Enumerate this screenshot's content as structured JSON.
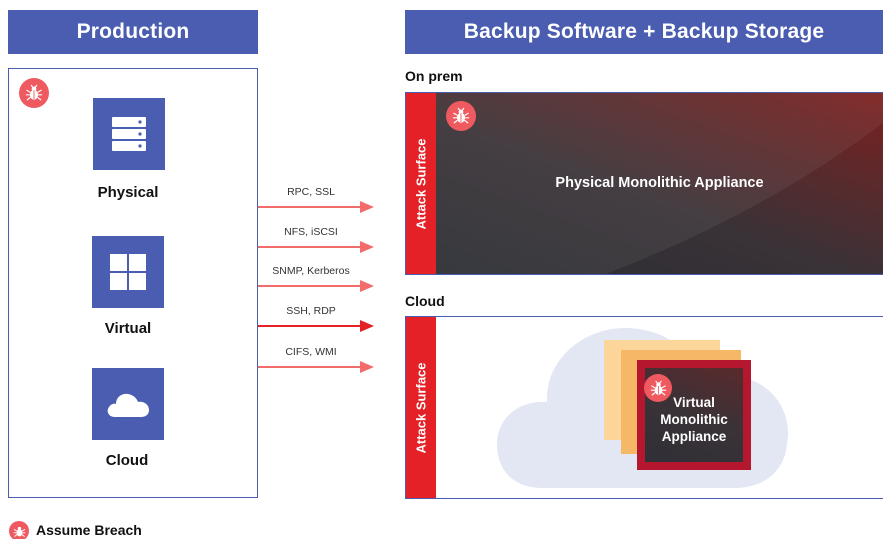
{
  "headers": {
    "production": "Production",
    "backup": "Backup Software + Backup Storage"
  },
  "production": {
    "items": [
      {
        "label": "Physical",
        "icon": "server-icon"
      },
      {
        "label": "Virtual",
        "icon": "windows-icon"
      },
      {
        "label": "Cloud",
        "icon": "cloud-icon"
      }
    ]
  },
  "protocols": [
    {
      "label": "RPC, SSL"
    },
    {
      "label": "NFS, iSCSI"
    },
    {
      "label": "SNMP, Kerberos"
    },
    {
      "label": "SSH, RDP"
    },
    {
      "label": "CIFS, WMI"
    }
  ],
  "sections": {
    "onprem": "On prem",
    "cloud": "Cloud"
  },
  "attack_surface_label": "Attack Surface",
  "appliances": {
    "physical": "Physical Monolithic Appliance",
    "virtual_line1": "Virtual",
    "virtual_line2": "Monolithic",
    "virtual_line3": "Appliance"
  },
  "legend": {
    "label": "Assume Breach",
    "icon": "bug-icon"
  },
  "colors": {
    "brand_blue": "#4a5db0",
    "attack_red": "#e32127",
    "bug_red": "#ee5a5f",
    "arrow_red": "#f26c6c",
    "vm_crimson": "#b5172e"
  }
}
